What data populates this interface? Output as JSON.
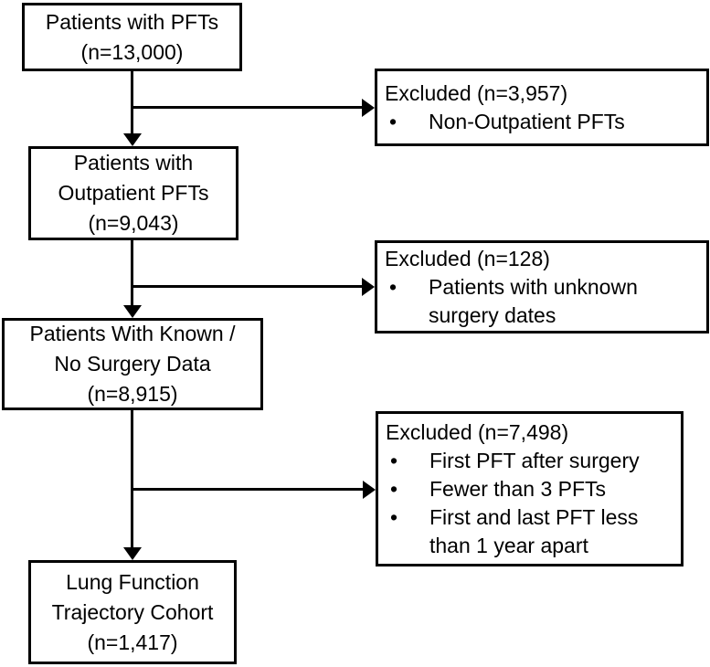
{
  "figure": {
    "type": "patient-flow-diagram",
    "bullet_char": "•",
    "colors": {
      "line": "#000000",
      "background": "#ffffff",
      "text": "#000000"
    },
    "main_boxes": [
      {
        "lines": [
          "Patients with PFTs",
          "(n=13,000)"
        ]
      },
      {
        "lines": [
          "Patients with",
          "Outpatient PFTs",
          "(n=9,043)"
        ]
      },
      {
        "lines": [
          "Patients With Known /",
          "No Surgery Data",
          "(n=8,915)"
        ]
      },
      {
        "lines": [
          "Lung Function",
          "Trajectory Cohort",
          "(n=1,417)"
        ]
      }
    ],
    "excluded_boxes": [
      {
        "header": "Excluded (n=3,957)",
        "bullets": [
          "Non-Outpatient PFTs"
        ]
      },
      {
        "header": "Excluded (n=128)",
        "bullets": [
          "Patients with unknown surgery dates"
        ]
      },
      {
        "header": "Excluded (n=7,498)",
        "bullets": [
          "First PFT after surgery",
          "Fewer than 3 PFTs",
          "First and last PFT less than 1 year apart"
        ]
      }
    ]
  }
}
